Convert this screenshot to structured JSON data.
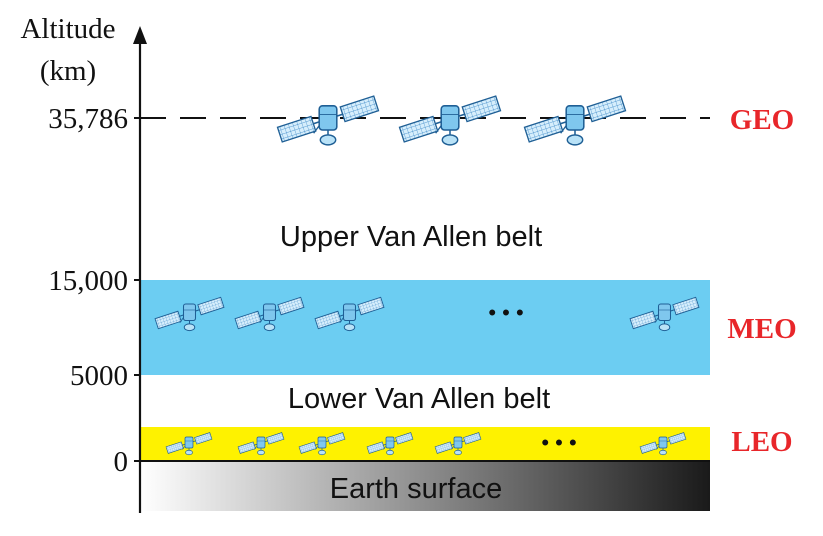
{
  "axis": {
    "title_line1": "Altitude",
    "title_line2": "(km)"
  },
  "ticks": [
    {
      "label": "35,786"
    },
    {
      "label": "15,000"
    },
    {
      "label": "5000"
    },
    {
      "label": "0"
    }
  ],
  "orbits": {
    "geo": {
      "label": "GEO",
      "altitude_km": 35786,
      "color": "#e8262a"
    },
    "meo": {
      "label": "MEO",
      "altitude_range_km": [
        5000,
        15000
      ],
      "band_color": "#6ccdf2",
      "color": "#e8262a"
    },
    "leo": {
      "label": "LEO",
      "band_color": "#fef200",
      "color": "#e8262a"
    }
  },
  "belts": {
    "upper": "Upper Van Allen belt",
    "lower": "Lower Van Allen belt"
  },
  "surface": {
    "label": "Earth surface",
    "gradient": [
      "#ffffff",
      "#1a1a1a"
    ]
  },
  "ellipsis": {
    "meo": "• • •",
    "leo": "• • •"
  },
  "icons": {
    "satellite": "satellite-icon"
  }
}
